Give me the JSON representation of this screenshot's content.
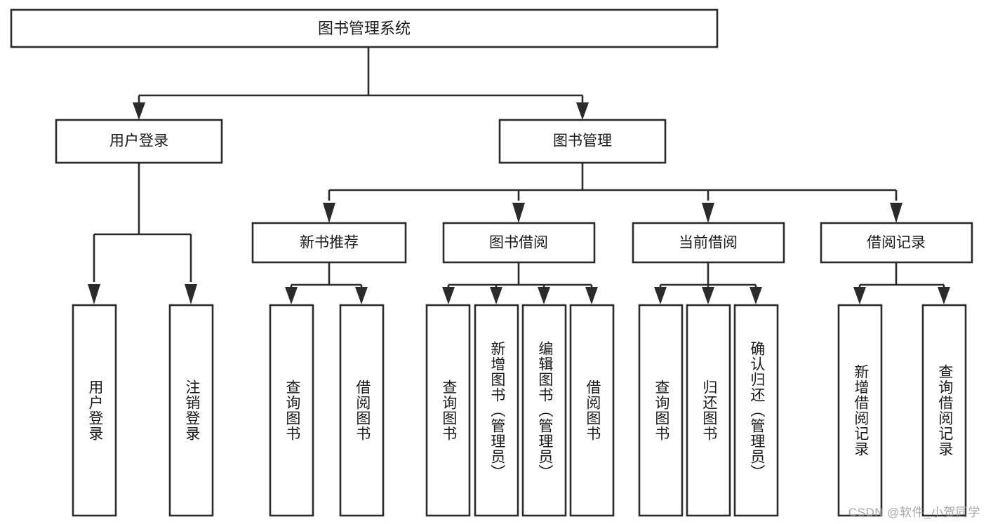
{
  "diagram": {
    "type": "tree-hierarchy",
    "title": "图书管理系统",
    "watermark": "CSDN @软件_小贺同学",
    "colors": {
      "stroke": "#2b2b2b",
      "fill": "#ffffff",
      "text": "#1a1a1a",
      "watermark": "#9a9a9a"
    },
    "root": {
      "label": "图书管理系统"
    },
    "level2": [
      {
        "label": "用户登录"
      },
      {
        "label": "图书管理"
      }
    ],
    "level3": [
      {
        "label": "新书推荐"
      },
      {
        "label": "图书借阅"
      },
      {
        "label": "当前借阅"
      },
      {
        "label": "借阅记录"
      }
    ],
    "leaves": {
      "user_login": [
        {
          "label": "用户登录"
        },
        {
          "label": "注销登录"
        }
      ],
      "new_book_recommend": [
        {
          "label": "查询图书"
        },
        {
          "label": "借阅图书"
        }
      ],
      "book_borrow": [
        {
          "label": "查询图书"
        },
        {
          "label": "新增图书（管理员）"
        },
        {
          "label": "编辑图书（管理员）"
        },
        {
          "label": "借阅图书"
        }
      ],
      "current_borrow": [
        {
          "label": "查询图书"
        },
        {
          "label": "归还图书"
        },
        {
          "label": "确认归还（管理员）"
        }
      ],
      "borrow_record": [
        {
          "label": "新增借阅记录"
        },
        {
          "label": "查询借阅记录"
        }
      ]
    }
  }
}
